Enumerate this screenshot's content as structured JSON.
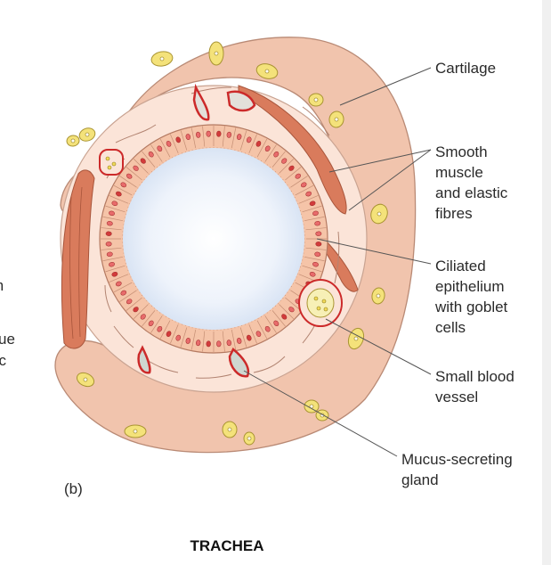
{
  "figure": {
    "panel_label": "(b)",
    "caption": "TRACHEA",
    "clipped_left_labels": [
      "m",
      "ssue",
      "tic"
    ],
    "labels": {
      "cartilage": [
        "Cartilage"
      ],
      "smooth_muscle": [
        "Smooth",
        "muscle",
        "and elastic",
        "fibres"
      ],
      "epithelium": [
        "Ciliated",
        "epithelium",
        "with goblet",
        "cells"
      ],
      "blood_vessel": [
        "Small blood",
        "vessel"
      ],
      "gland": [
        "Mucus-secreting",
        "gland"
      ]
    }
  },
  "colors": {
    "cartilage": "#f1c4ad",
    "submucosa": "#fbe4d8",
    "muscle": "#d97b5c",
    "lumen": "#f0f4fb",
    "gland_rim": "#cc2a2a",
    "cell_nucleus": "#f2da58",
    "leader_line": "#555555"
  }
}
